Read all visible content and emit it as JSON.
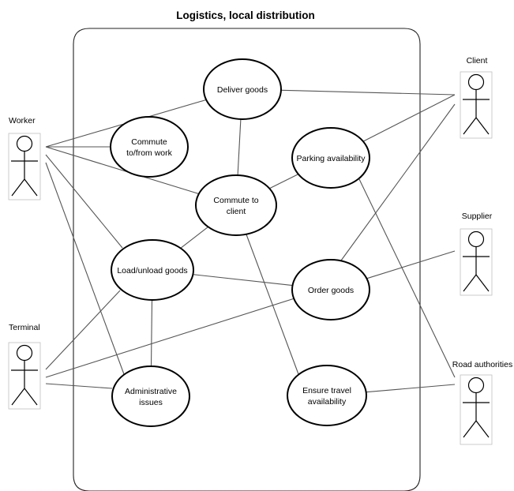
{
  "title": "Logistics, local distribution",
  "actors": {
    "worker": "Worker",
    "terminal": "Terminal",
    "client": "Client",
    "supplier": "Supplier",
    "road_authorities": "Road authorities"
  },
  "use_cases": {
    "deliver_goods": [
      "Deliver goods"
    ],
    "commute_work": [
      "Commute",
      "to/from work"
    ],
    "parking": [
      "Parking availability"
    ],
    "commute_client": [
      "Commute to",
      "client"
    ],
    "load_unload": [
      "Load/unload goods"
    ],
    "order_goods": [
      "Order goods"
    ],
    "admin": [
      "Administrative",
      "issues"
    ],
    "travel": [
      "Ensure travel",
      "availability"
    ]
  },
  "associations": [
    [
      "worker",
      "deliver_goods"
    ],
    [
      "worker",
      "commute_work"
    ],
    [
      "worker",
      "commute_client"
    ],
    [
      "worker",
      "load_unload"
    ],
    [
      "worker",
      "admin"
    ],
    [
      "terminal",
      "load_unload"
    ],
    [
      "terminal",
      "admin"
    ],
    [
      "terminal",
      "order_goods"
    ],
    [
      "client",
      "deliver_goods"
    ],
    [
      "client",
      "parking"
    ],
    [
      "client",
      "order_goods"
    ],
    [
      "supplier",
      "order_goods"
    ],
    [
      "road_authorities",
      "travel"
    ],
    [
      "road_authorities",
      "parking"
    ],
    [
      "deliver_goods",
      "commute_client"
    ],
    [
      "commute_client",
      "parking"
    ],
    [
      "commute_client",
      "load_unload"
    ],
    [
      "commute_client",
      "travel"
    ],
    [
      "load_unload",
      "order_goods"
    ],
    [
      "load_unload",
      "admin"
    ]
  ]
}
